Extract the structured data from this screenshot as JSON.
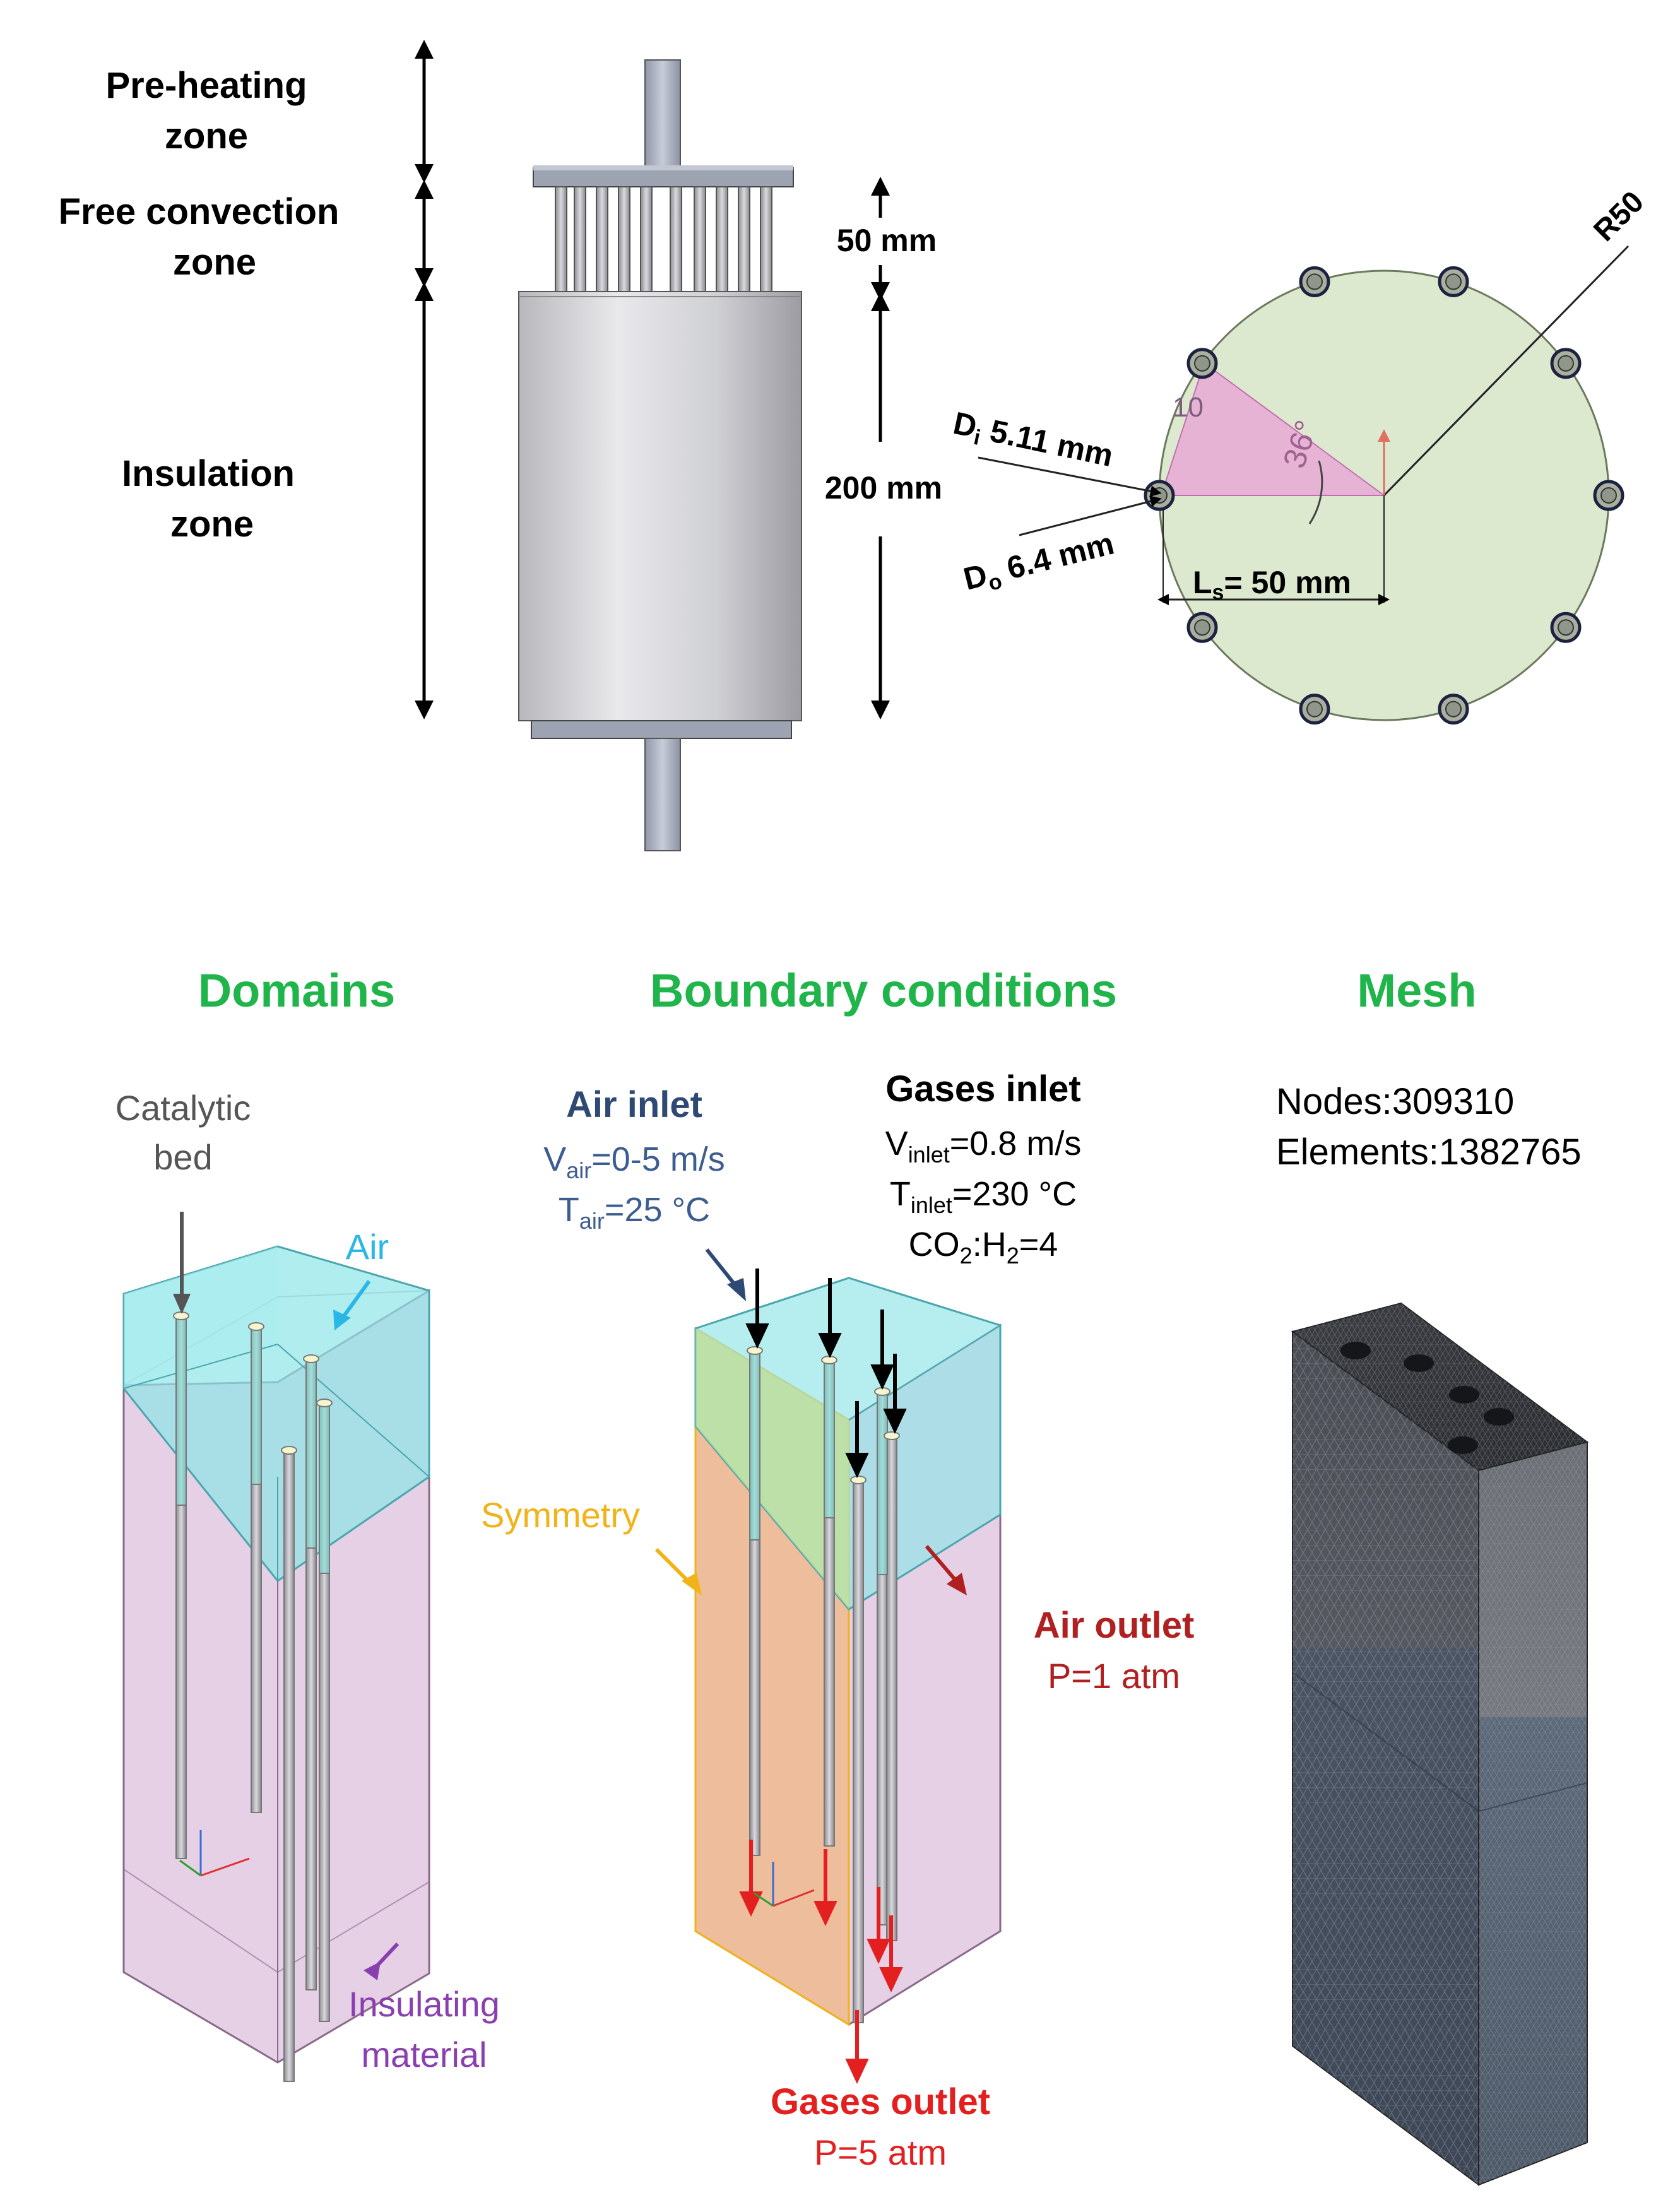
{
  "zones": {
    "preheating": [
      "Pre-heating",
      "zone"
    ],
    "free_convection": [
      "Free convection",
      "zone"
    ],
    "insulation": [
      "Insulation",
      "zone"
    ]
  },
  "dims": {
    "gap": "50 mm",
    "length": "200 mm"
  },
  "cross_section": {
    "radius": "R50",
    "di_letter": "D",
    "di_sub": "i",
    "di_val": " 5.11 mm",
    "do_letter": "D",
    "do_sub": "o",
    "do_val": " 6.4 mm",
    "ls_letter": "L",
    "ls_sub": "s",
    "ls_val": "= 50 mm",
    "angle": "36°",
    "ten": "10",
    "tube_count": 10,
    "tube_spacing_deg": 36
  },
  "sections": {
    "domains": "Domains",
    "boundary": "Boundary conditions",
    "mesh": "Mesh"
  },
  "domains": {
    "catalytic": [
      "Catalytic",
      "bed"
    ],
    "air": "Air",
    "insulating": [
      "Insulating",
      "material"
    ]
  },
  "bc": {
    "air_inlet_title": "Air inlet",
    "air_v": {
      "main": "V",
      "sub": "air",
      "rest": "=0-5 m/s"
    },
    "air_t": {
      "main": "T",
      "sub": "air",
      "rest": "=25 °C"
    },
    "gases_inlet_title": "Gases inlet",
    "gas_v": {
      "main": "V",
      "sub": "inlet",
      "rest": "=0.8  m/s"
    },
    "gas_t": {
      "main": "T",
      "sub": "inlet",
      "rest": "=230  °C"
    },
    "ratio": {
      "a": "CO",
      "s1": "2",
      "b": ":H",
      "s2": "2",
      "c": "=4"
    },
    "symmetry": "Symmetry",
    "air_outlet_title": "Air outlet",
    "air_outlet_p": "P=1 atm",
    "gases_outlet_title": "Gases outlet",
    "gases_outlet_p": "P=5 atm"
  },
  "mesh": {
    "nodes": "Nodes:309310",
    "elements": "Elements:1382765"
  },
  "colors": {
    "green_title": "#1fb54a",
    "air_inlet": "#2e4a74",
    "air_label": "#29b7e8",
    "symmetry": "#f2b318",
    "outlet_red": "#e41f1f",
    "insulating": "#8a3fb0",
    "catalytic": "#555555"
  }
}
